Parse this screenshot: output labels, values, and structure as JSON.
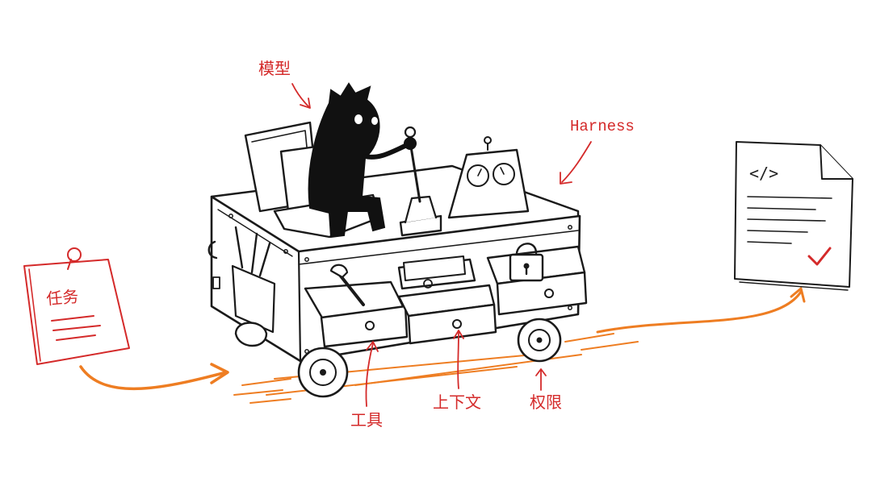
{
  "labels": {
    "task": "任务",
    "model": "模型",
    "harness": "Harness",
    "tools": "工具",
    "context": "上下文",
    "permissions": "权限"
  },
  "document": {
    "code_symbol": "</>"
  },
  "colors": {
    "label_red": "#d42a2a",
    "flow_orange": "#ee7d22",
    "ink": "#1a1a1a"
  }
}
